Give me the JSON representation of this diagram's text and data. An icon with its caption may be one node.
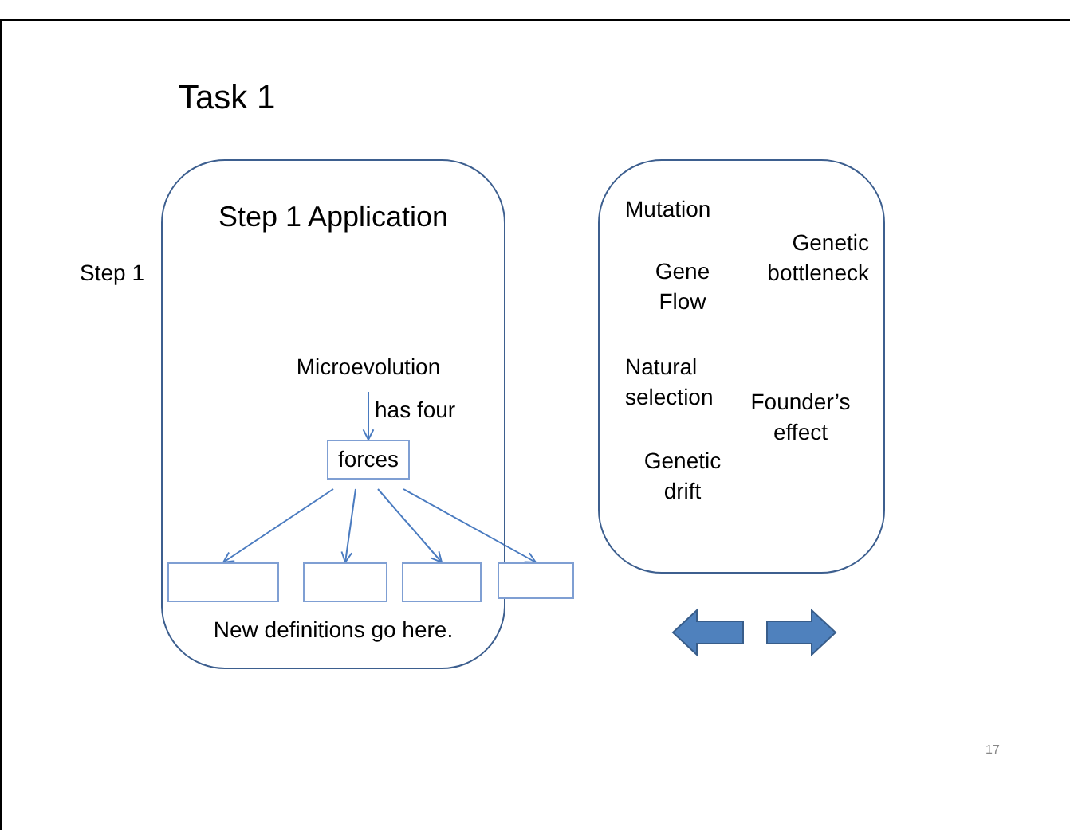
{
  "diagram": {
    "title": "Task 1",
    "nodes": [
      {
        "text": [
          "Step 1 Application",
          "New definitions go here."
        ]
      },
      {
        "text": [
          "Microevolution"
        ],
        "in": 0
      },
      {
        "text": [
          "forces"
        ],
        "in": 0
      },
      {
        "text": [],
        "shape": "box",
        "in": 0
      },
      {
        "text": [],
        "shape": "box",
        "in": 0
      },
      {
        "text": [],
        "shape": "box",
        "in": 0
      },
      {
        "text": [],
        "shape": "box"
      },
      {
        "text": [
          "Mutation",
          "Gene Flow",
          "Genetic bottleneck",
          "Natural selection",
          "Founder’s effect",
          "Genetic drift"
        ]
      }
    ],
    "edges": [
      {
        "from": 1,
        "to": 2,
        "arrow": "to",
        "label": "has four"
      },
      {
        "from": 2,
        "to": 3,
        "arrow": "to"
      },
      {
        "from": 2,
        "to": 4,
        "arrow": "to"
      },
      {
        "from": 2,
        "to": 5,
        "arrow": "to"
      },
      {
        "from": 2,
        "to": 6,
        "arrow": "to"
      }
    ],
    "labels": [
      "Step 1",
      "17"
    ]
  }
}
